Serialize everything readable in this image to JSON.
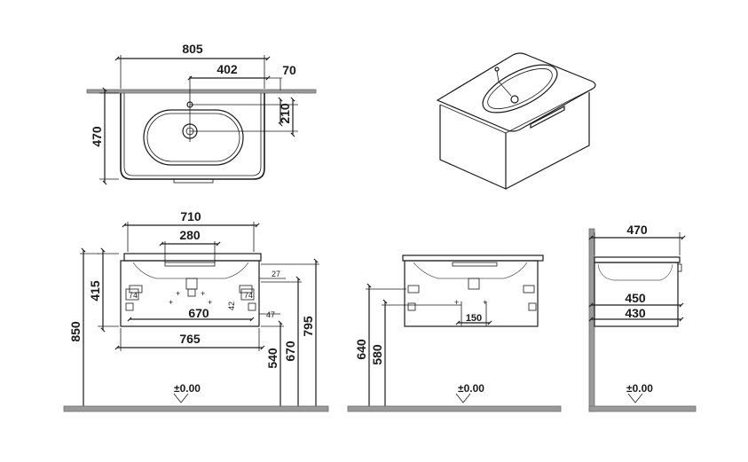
{
  "top_view": {
    "width": "805",
    "tap_offset": "402",
    "edge": "70",
    "tap_depth": "210",
    "depth": "470"
  },
  "front_view": {
    "basin_width": "710",
    "drain_width": "280",
    "small_27": "27",
    "small_74_left": "74",
    "small_74_right": "74",
    "small_42": "42",
    "small_47": "47",
    "mount_width": "670",
    "cabinet_width": "765",
    "cabinet_height": "415",
    "total_height": "850",
    "h_540": "540",
    "h_670": "670",
    "h_795": "795",
    "level": "±0.00"
  },
  "side_view_a": {
    "h_640": "640",
    "h_580": "580",
    "spacing": "150",
    "level": "±0.00"
  },
  "side_view_b": {
    "depth": "470",
    "d_450": "450",
    "d_430": "430",
    "level": "±0.00"
  }
}
